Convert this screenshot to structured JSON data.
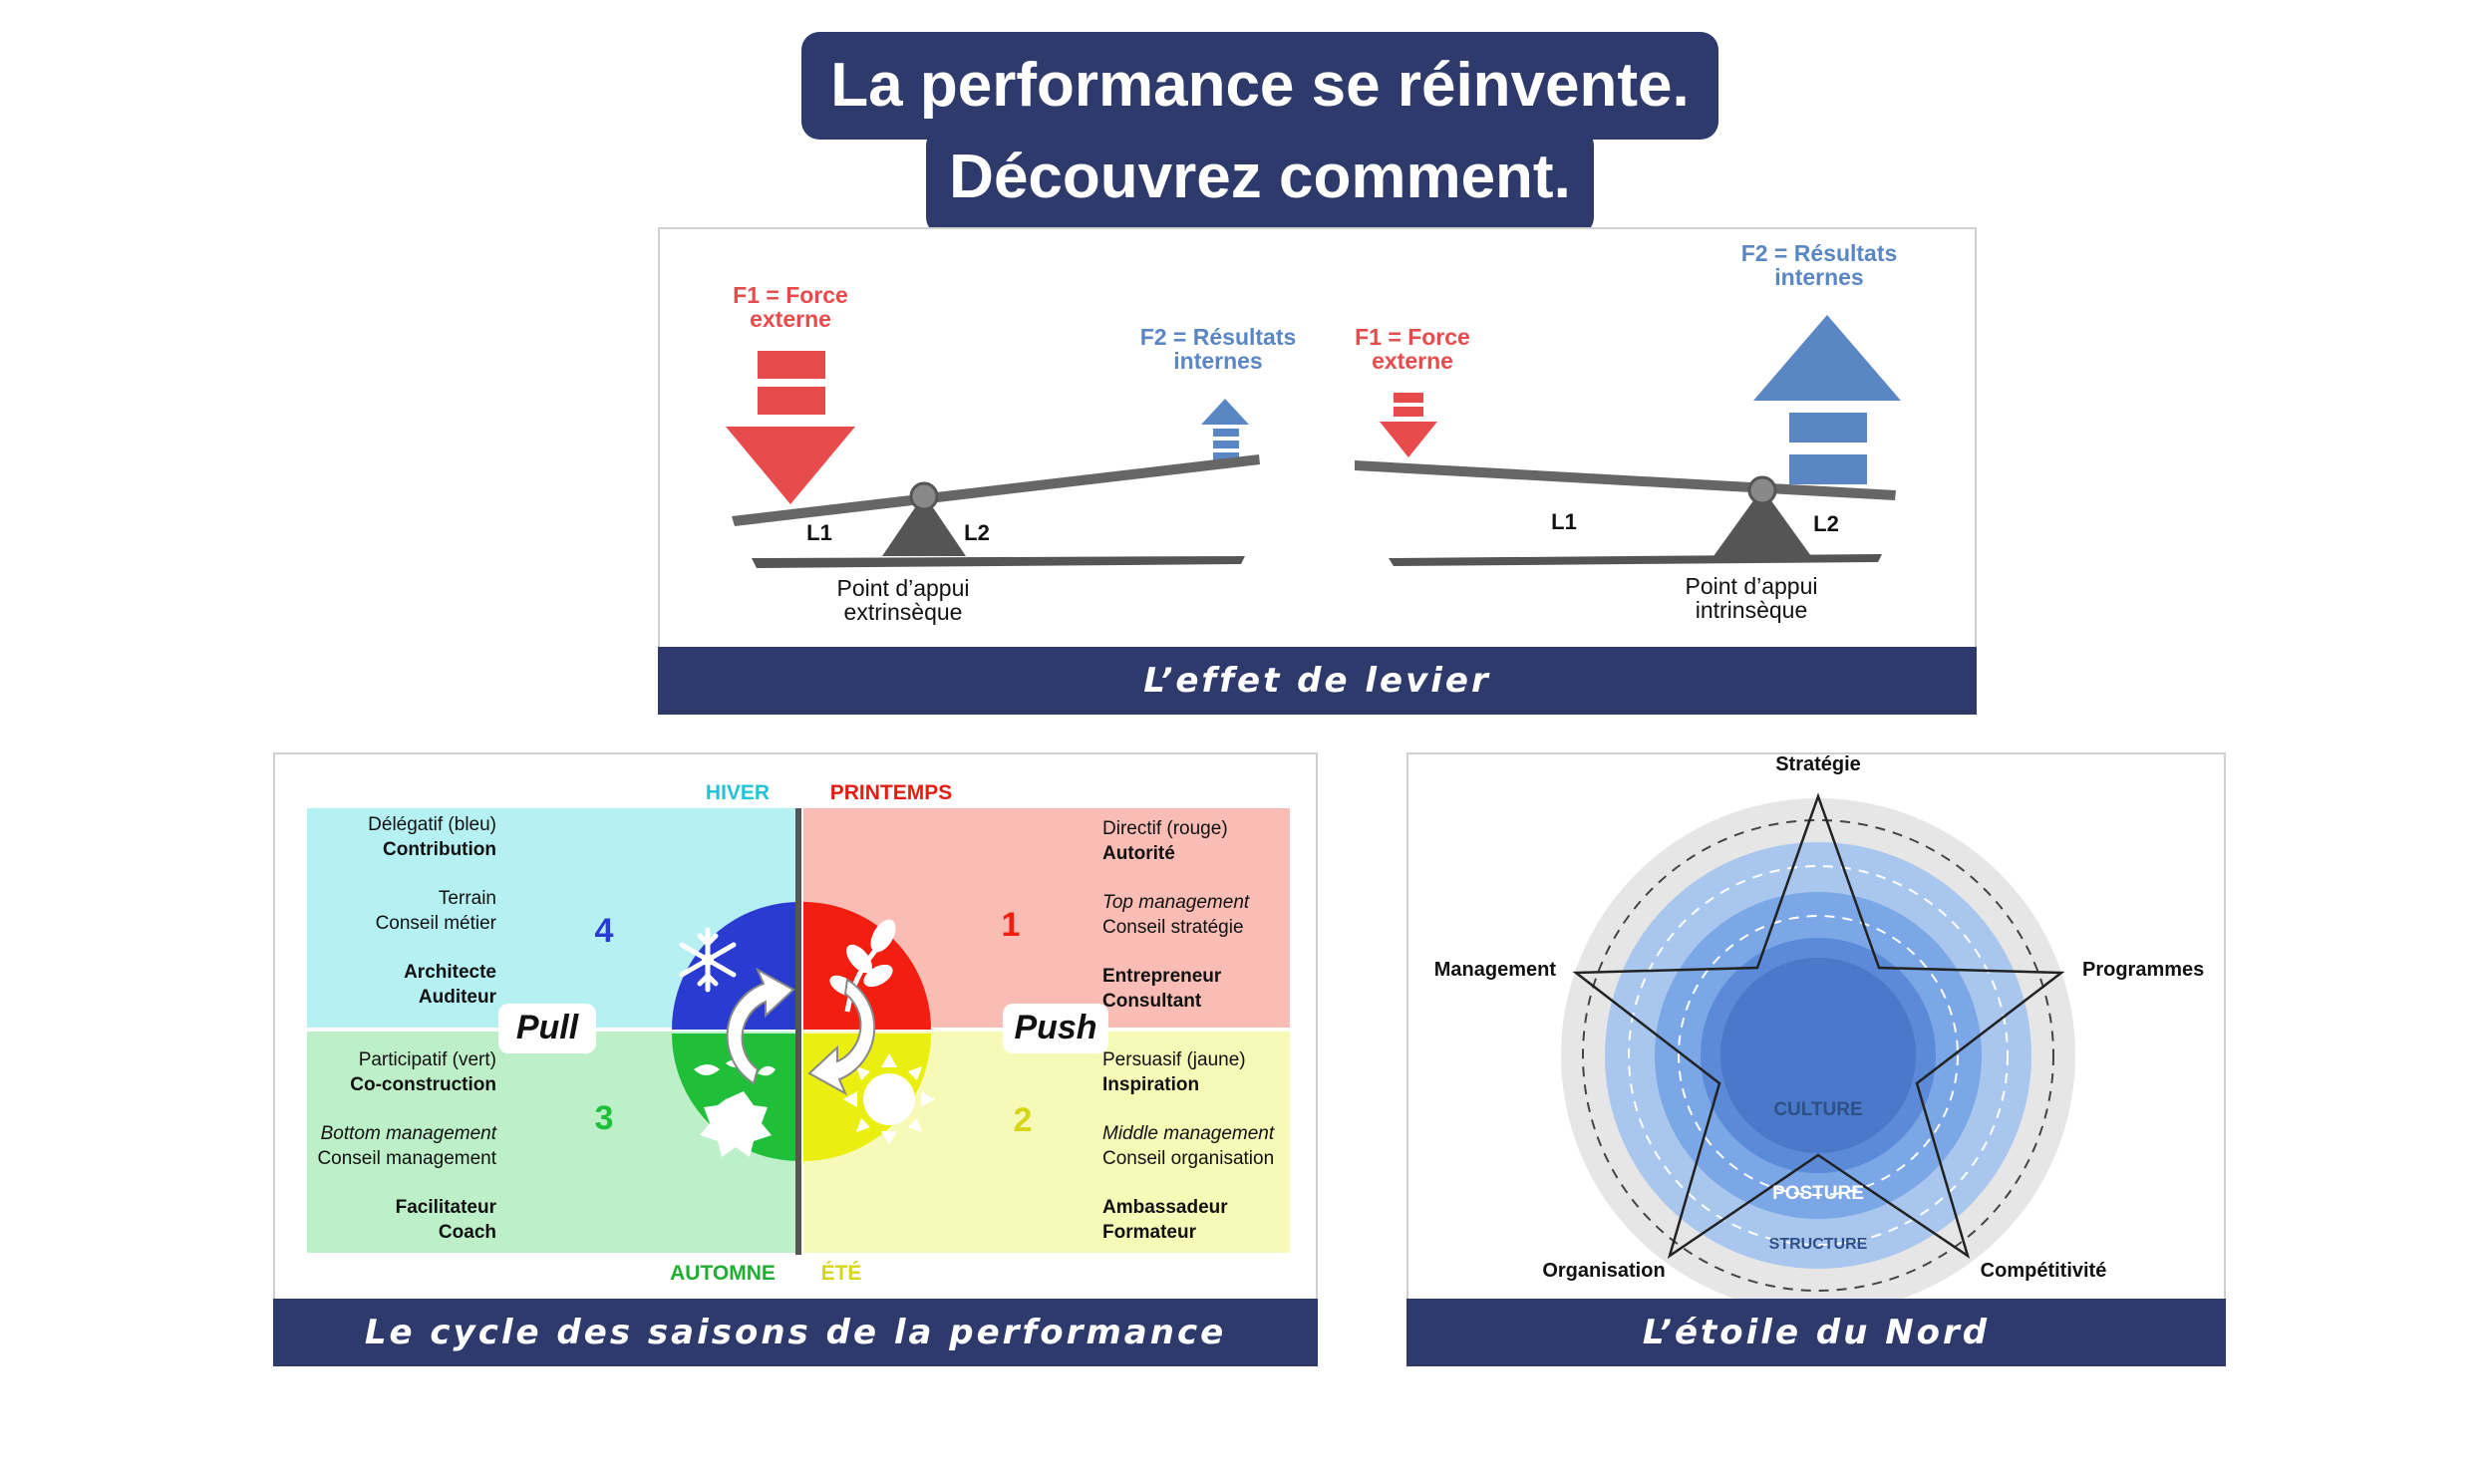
{
  "headline": {
    "line1": "La performance se réinvente.",
    "line2": "Découvrez comment."
  },
  "lever": {
    "caption": "L’effet de levier",
    "left": {
      "f1_line1": "F1 = Force",
      "f1_line2": "externe",
      "f2_line1": "F2 = Résultats",
      "f2_line2": "internes",
      "l1": "L1",
      "l2": "L2",
      "pivot_line1": "Point d’appui",
      "pivot_line2": "extrinsèque"
    },
    "right": {
      "f1_line1": "F1 = Force",
      "f1_line2": "externe",
      "f2_line1": "F2 = Résultats",
      "f2_line2": "internes",
      "l1": "L1",
      "l2": "L2",
      "pivot_line1": "Point d’appui",
      "pivot_line2": "intrinsèque"
    },
    "colors": {
      "force": "#e84b4b",
      "result": "#5b86c4",
      "beam": "#555555"
    }
  },
  "seasons": {
    "caption": "Le cycle des saisons de la performance",
    "labels": {
      "winter": "HIVER",
      "spring": "PRINTEMPS",
      "autumn": "AUTOMNE",
      "summer": "ÉTÉ"
    },
    "numbers": {
      "spring": "1",
      "summer": "2",
      "autumn": "3",
      "winter": "4"
    },
    "pull": "Pull",
    "push": "Push",
    "winter": {
      "style": "Délégatif (bleu)",
      "style_key": "Contribution",
      "role1": "Terrain",
      "role2": "Conseil métier",
      "title1": "Architecte",
      "title2": "Auditeur"
    },
    "spring": {
      "style": "Directif (rouge)",
      "style_key": "Autorité",
      "role1": "Top management",
      "role2": "Conseil stratégie",
      "title1": "Entrepreneur",
      "title2": "Consultant"
    },
    "autumn": {
      "style": "Participatif (vert)",
      "style_key": "Co-construction",
      "role1": "Bottom management",
      "role2": "Conseil management",
      "title1": "Facilitateur",
      "title2": "Coach"
    },
    "summer": {
      "style": "Persuasif (jaune)",
      "style_key": "Inspiration",
      "role1": "Middle management",
      "role2": "Conseil organisation",
      "title1": "Ambassadeur",
      "title2": "Formateur"
    },
    "colors": {
      "winter": "#2a3bd1",
      "spring": "#f21e10",
      "autumn": "#1fbf3a",
      "summer": "#ebef10",
      "winter_bg": "#b5f0f3",
      "spring_bg": "#f9bdb6",
      "autumn_bg": "#bdefc8",
      "summer_bg": "#f7f9b6"
    },
    "icons": [
      "snowflake-icon",
      "leaf-branch-icon",
      "falling-leaf-icon",
      "sun-icon",
      "cycle-arrows-icon"
    ]
  },
  "star": {
    "caption": "L’étoile du Nord",
    "points": {
      "top": "Stratégie",
      "left": "Management",
      "right": "Programmes",
      "bottom_left": "Organisation",
      "bottom_right": "Compétitivité"
    },
    "rings": {
      "core": "CULTURE",
      "middle": "POSTURE",
      "outer": "STRUCTURE"
    },
    "colors": {
      "outer": "#e6e6e6",
      "ring1": "#a9c7ee",
      "ring2": "#7ba7e6",
      "ring3": "#5a8ad8",
      "core": "#4a79c9"
    }
  }
}
